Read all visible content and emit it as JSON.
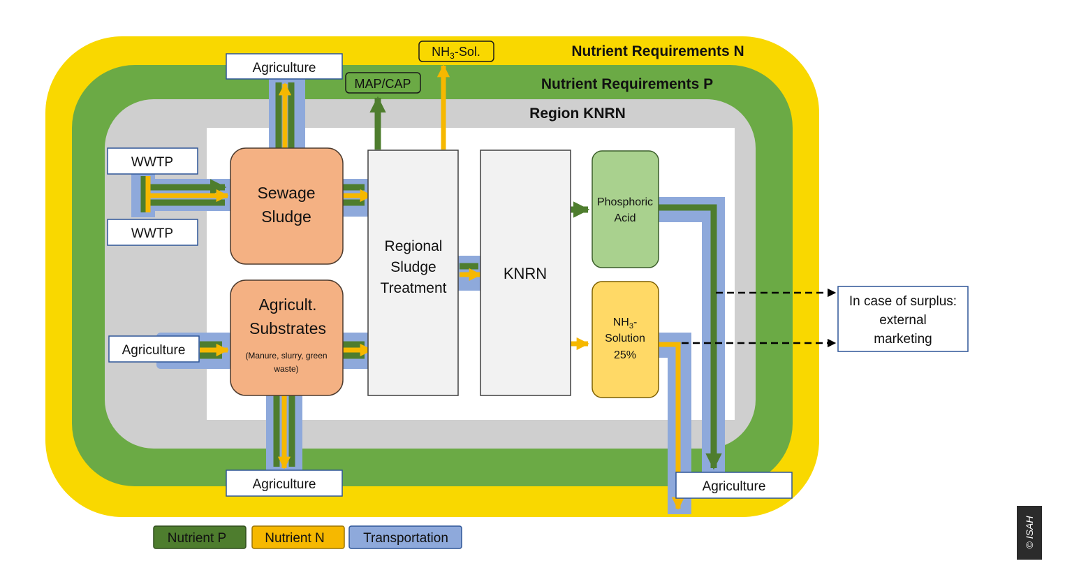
{
  "colors": {
    "nutrient_n": "#F9D800",
    "nutrient_p": "#6BAA45",
    "nutrient_p_arrow": "#4E7D2E",
    "nutrient_n_arrow": "#F6B800",
    "transportation": "#8EA9DB",
    "region": "#CFCFCF",
    "sludge_box": "#F4B183",
    "phosphoric_acid_box": "#A9D18E",
    "nh3_box": "#FFD966",
    "process_box": "#F2F2F2"
  },
  "zones": {
    "nutrient_requirements_n": "Nutrient Requirements N",
    "nutrient_requirements_p": "Nutrient Requirements P",
    "region": "Region KNRN"
  },
  "nodes": {
    "wwtp_top": "WWTP",
    "wwtp_bottom": "WWTP",
    "agriculture_left": "Agriculture",
    "agriculture_top": "Agriculture",
    "agriculture_bottom": "Agriculture",
    "agriculture_right": "Agriculture",
    "sewage_sludge_line1": "Sewage",
    "sewage_sludge_line2": "Sludge",
    "agricult_substrates_line1": "Agricult.",
    "agricult_substrates_line2": "Substrates",
    "agricult_substrates_note_line1": "(Manure, slurry, green",
    "agricult_substrates_note_line2": "waste)",
    "regional_treatment_line1": "Regional",
    "regional_treatment_line2": "Sludge",
    "regional_treatment_line3": "Treatment",
    "knrn": "KNRN",
    "phosphoric_acid_line1": "Phosphoric",
    "phosphoric_acid_line2": "Acid",
    "nh3_solution_prefix": "NH",
    "nh3_solution_sub": "3",
    "nh3_solution_suffix": "-",
    "nh3_solution_line2": "Solution",
    "nh3_solution_line3": "25%",
    "map_cap": "MAP/CAP",
    "nh3_sol_prefix": "NH",
    "nh3_sol_sub": "3",
    "nh3_sol_suffix": "-Sol.",
    "surplus_line1": "In case of surplus:",
    "surplus_line2": "external",
    "surplus_line3": "marketing"
  },
  "legend": {
    "nutrient_p": "Nutrient P",
    "nutrient_n": "Nutrient N",
    "transportation": "Transportation"
  },
  "copyright": "© ISAH"
}
